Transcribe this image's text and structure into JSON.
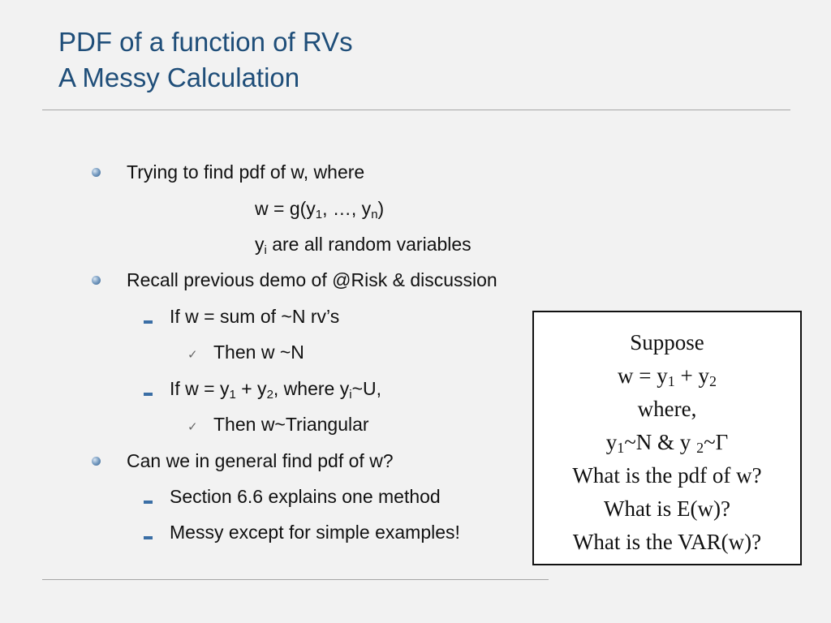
{
  "title": {
    "line1": "PDF of a function of RVs",
    "line2": "A Messy Calculation"
  },
  "bullets": {
    "b1": {
      "text": "Trying to find pdf of  w, where",
      "eq1": {
        "prefix": "w = g(y",
        "sub1": "1",
        "mid": ", …, y",
        "sub2": "n",
        "suffix": ")"
      },
      "eq2": {
        "prefix": "y",
        "sub": "i",
        "suffix": " are all random variables"
      }
    },
    "b2": {
      "text": "Recall previous demo of @Risk & discussion",
      "sub1": {
        "text": "If w = sum of ~N rv’s",
        "check": "Then w ~N"
      },
      "sub2": {
        "part1": "If w = y",
        "sub_a": "1",
        "part2": " + y",
        "sub_b": "2",
        "part3": ", where y",
        "sub_c": "i",
        "part4": "~U,",
        "check": "Then w~Triangular"
      }
    },
    "b3": {
      "text": "Can we in general find pdf of w?",
      "sub1": "Section 6.6 explains one method",
      "sub2": "Messy except for simple examples!"
    }
  },
  "callout": {
    "line1": "Suppose",
    "line2": {
      "part1": "w = y",
      "sub_a": "1",
      "part2": " + y",
      "sub_b": "2"
    },
    "line3": "where,",
    "line4": {
      "part1": "y",
      "sub_a": "1",
      "part2": "~N & y ",
      "sub_b": "2",
      "part3": "~Γ"
    },
    "line5": "What is the pdf of w?",
    "line6": "What is E(w)?",
    "line7": "What is the VAR(w)?"
  }
}
